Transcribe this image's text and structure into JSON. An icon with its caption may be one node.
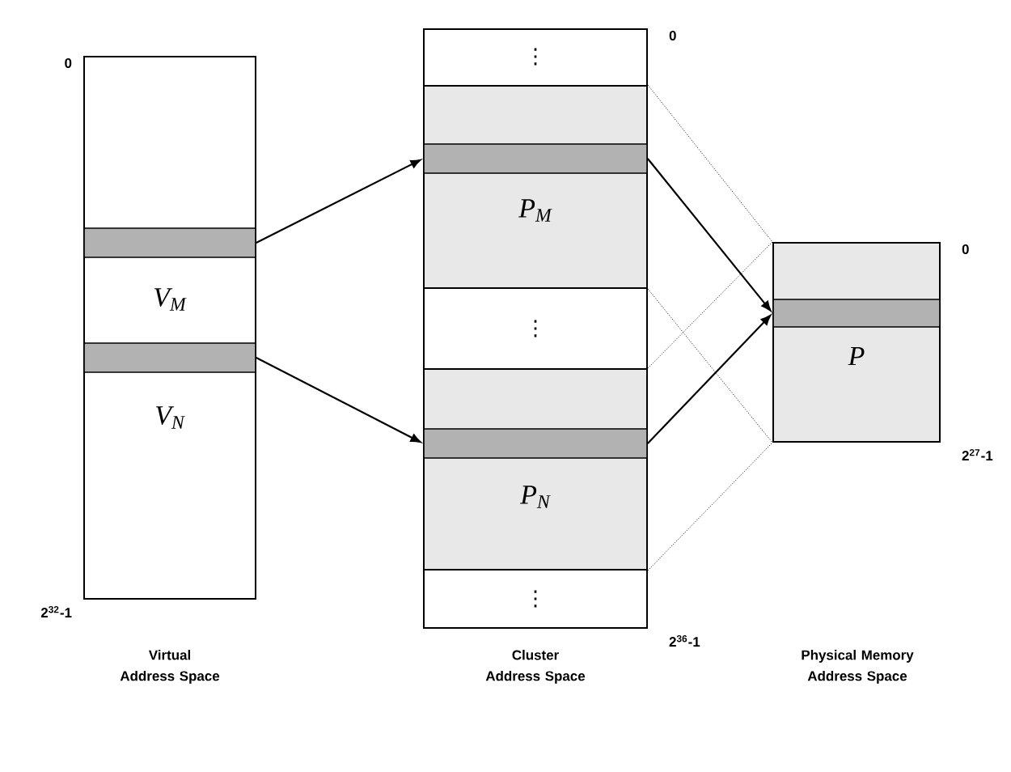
{
  "diagram": {
    "nodes": [
      {
        "text": [],
        "shape": "box",
        "beside": [
          "0",
          "2$^{32}$-1"
        ]
      },
      {
        "text": [],
        "shape": "bar",
        "in": 0,
        "beside": [
          "V$_{M}$"
        ]
      },
      {
        "text": [],
        "shape": "bar",
        "in": 0,
        "beside": [
          "V$_{N}$"
        ]
      },
      {
        "text": [],
        "shape": "box",
        "beside": [
          "0",
          "2$^{36}$-1"
        ]
      },
      {
        "text": [
          "P$_{M}$"
        ],
        "in": 3
      },
      {
        "text": [],
        "shape": "bar",
        "in": 4
      },
      {
        "text": [
          "P$_{N}$"
        ],
        "in": 3
      },
      {
        "text": [],
        "shape": "bar",
        "in": 6
      },
      {
        "text": [
          "P"
        ],
        "beside": [
          "0",
          "2$^{27}$-1"
        ]
      },
      {
        "text": [],
        "shape": "bar",
        "in": 8
      }
    ],
    "edges": [
      {
        "from": 1,
        "to": 5,
        "arrow": "to"
      },
      {
        "from": 2,
        "to": 7,
        "arrow": "to"
      },
      {
        "from": 5,
        "to": 9,
        "arrow": "to"
      },
      {
        "from": 7,
        "to": 9,
        "arrow": "to"
      },
      {
        "from": 4,
        "to": 8,
        "arrow": "none",
        "style": "dashed"
      },
      {
        "from": 4,
        "to": 8,
        "arrow": "none",
        "style": "dashed"
      },
      {
        "from": 6,
        "to": 8,
        "arrow": "none",
        "style": "dashed"
      },
      {
        "from": 6,
        "to": 8,
        "arrow": "none",
        "style": "dashed"
      }
    ],
    "labels": [
      "⋮",
      "⋮",
      "⋮",
      "Virtual Address Space",
      "Cluster Address Space",
      "Physical Memory Address Space"
    ]
  }
}
